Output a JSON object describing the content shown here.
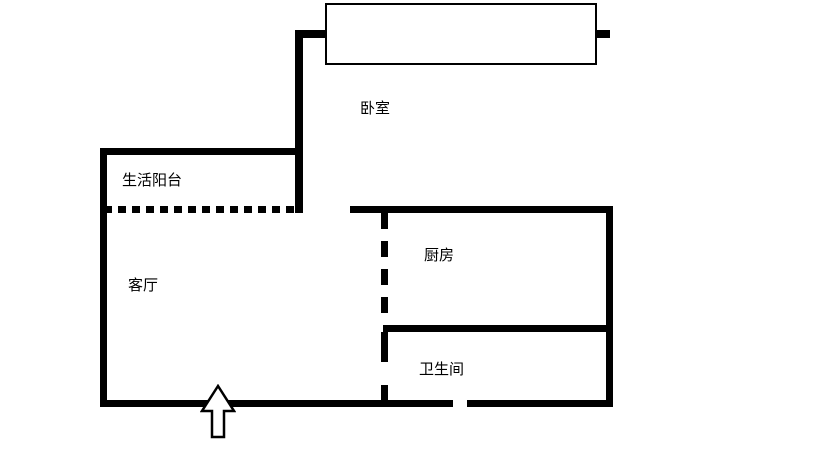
{
  "diagram_type": "apartment-floor-plan",
  "rooms": {
    "bedroom": {
      "label": "卧室"
    },
    "balcony": {
      "label": "生活阳台"
    },
    "living_room": {
      "label": "客厅"
    },
    "kitchen": {
      "label": "厨房"
    },
    "bathroom": {
      "label": "卫生间"
    }
  },
  "colors": {
    "wall": "#000000",
    "background": "#ffffff"
  }
}
